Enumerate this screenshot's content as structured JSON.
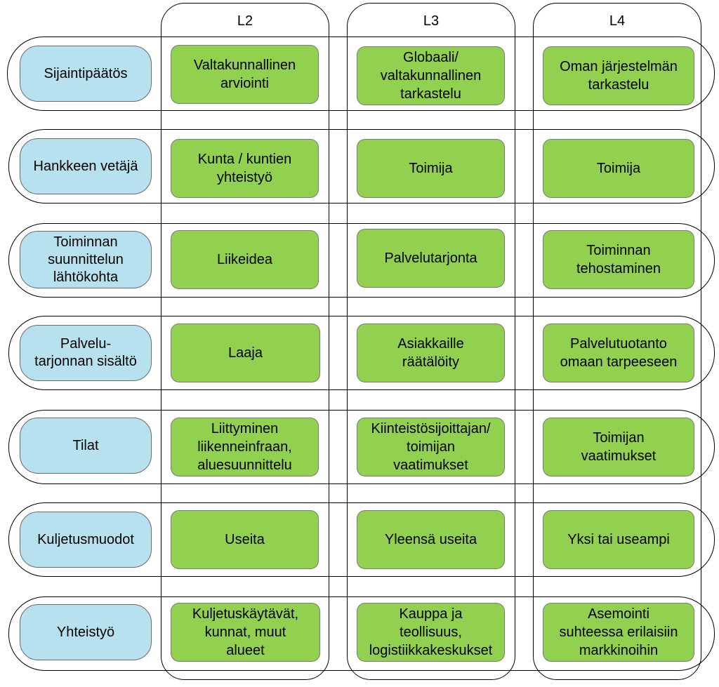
{
  "columns": [
    {
      "label": "L2"
    },
    {
      "label": "L3"
    },
    {
      "label": "L4"
    }
  ],
  "rows": [
    {
      "label": "Sijaintipäätös",
      "cells": [
        "Valtakunnallinen\narviointi",
        "Globaali/\nvaltakunnallinen\ntarkastelu",
        "Oman järjestelmän\ntarkastelu"
      ]
    },
    {
      "label": "Hankkeen vetäjä",
      "cells": [
        "Kunta / kuntien\nyhteistyö",
        "Toimija",
        "Toimija"
      ]
    },
    {
      "label": "Toiminnan\nsuunnittelun\nlähtökohta",
      "cells": [
        "Liikeidea",
        "Palvelutarjonta",
        "Toiminnan\ntehostaminen"
      ]
    },
    {
      "label": "Palvelu-\ntarjonnan sisältö",
      "cells": [
        "Laaja",
        "Asiakkaille\nräätälöity",
        "Palvelutuotanto\nomaan tarpeeseen"
      ]
    },
    {
      "label": "Tilat",
      "cells": [
        "Liittyminen\nliikenneinfraan,\naluesuunnittelu",
        "Kiinteistösijoittajan/\ntoimijan\nvaatimukset",
        "Toimijan\nvaatimukset"
      ]
    },
    {
      "label": "Kuljetusmuodot",
      "cells": [
        "Useita",
        "Yleensä useita",
        "Yksi tai useampi"
      ]
    },
    {
      "label": "Yhteistyö",
      "cells": [
        "Kuljetuskäytävät,\nkunnat, muut\nalueet",
        "Kauppa ja\nteollisuus,\nlogistiikkakeskukset",
        "Asemointi\nsuhteessa erilaisiin\nmarkkinoihin"
      ]
    }
  ]
}
